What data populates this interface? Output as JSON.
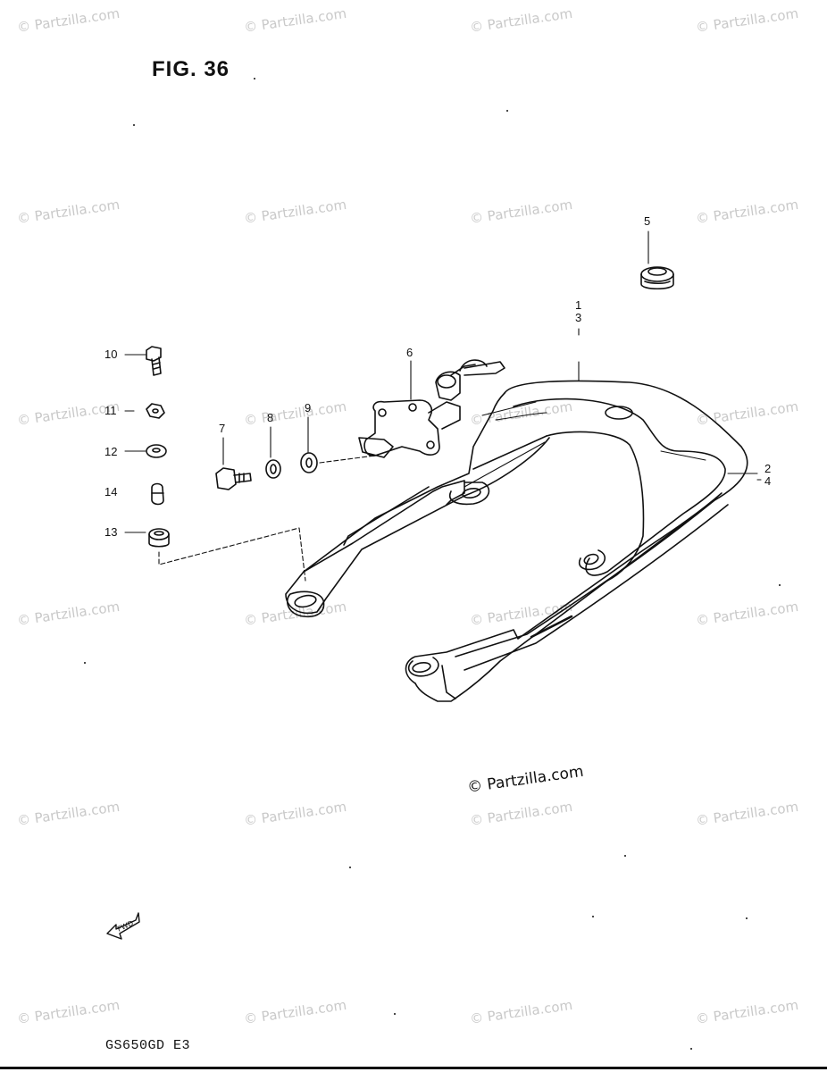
{
  "figure": {
    "title": "FIG. 36",
    "model_code": "GS650GD  E3",
    "watermark_main": "© Partzilla.com",
    "watermark": "© Partzilla.com"
  },
  "callouts": {
    "c1_3": [
      "1",
      "3"
    ],
    "c2_4": [
      "2",
      "4"
    ],
    "c5": "5",
    "c6": "6",
    "c7": "7",
    "c8": "8",
    "c9": "9",
    "c10": "10",
    "c11": "11",
    "c12": "12",
    "c13": "13",
    "c14": "14"
  },
  "fwd_label": "FWD"
}
